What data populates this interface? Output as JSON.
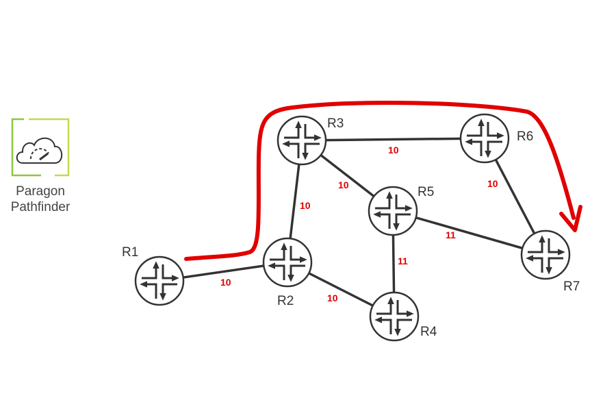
{
  "logo": {
    "line1": "Paragon",
    "line2": "Pathfinder",
    "icon": "cloud-gauge-icon",
    "accent": "#8dc63f"
  },
  "nodes": [
    {
      "id": "R1",
      "label": "R1"
    },
    {
      "id": "R2",
      "label": "R2"
    },
    {
      "id": "R3",
      "label": "R3"
    },
    {
      "id": "R4",
      "label": "R4"
    },
    {
      "id": "R5",
      "label": "R5"
    },
    {
      "id": "R6",
      "label": "R6"
    },
    {
      "id": "R7",
      "label": "R7"
    }
  ],
  "links": [
    {
      "from": "R1",
      "to": "R2",
      "metric": "10"
    },
    {
      "from": "R2",
      "to": "R3",
      "metric": "10"
    },
    {
      "from": "R2",
      "to": "R4",
      "metric": "10"
    },
    {
      "from": "R3",
      "to": "R6",
      "metric": "10"
    },
    {
      "from": "R3",
      "to": "R5",
      "metric": "10"
    },
    {
      "from": "R5",
      "to": "R4",
      "metric": "11"
    },
    {
      "from": "R5",
      "to": "R7",
      "metric": "11"
    },
    {
      "from": "R6",
      "to": "R7",
      "metric": "10"
    }
  ],
  "path": {
    "color": "#e00000",
    "hops": [
      "R1",
      "R2",
      "R3",
      "R6",
      "R7"
    ]
  }
}
